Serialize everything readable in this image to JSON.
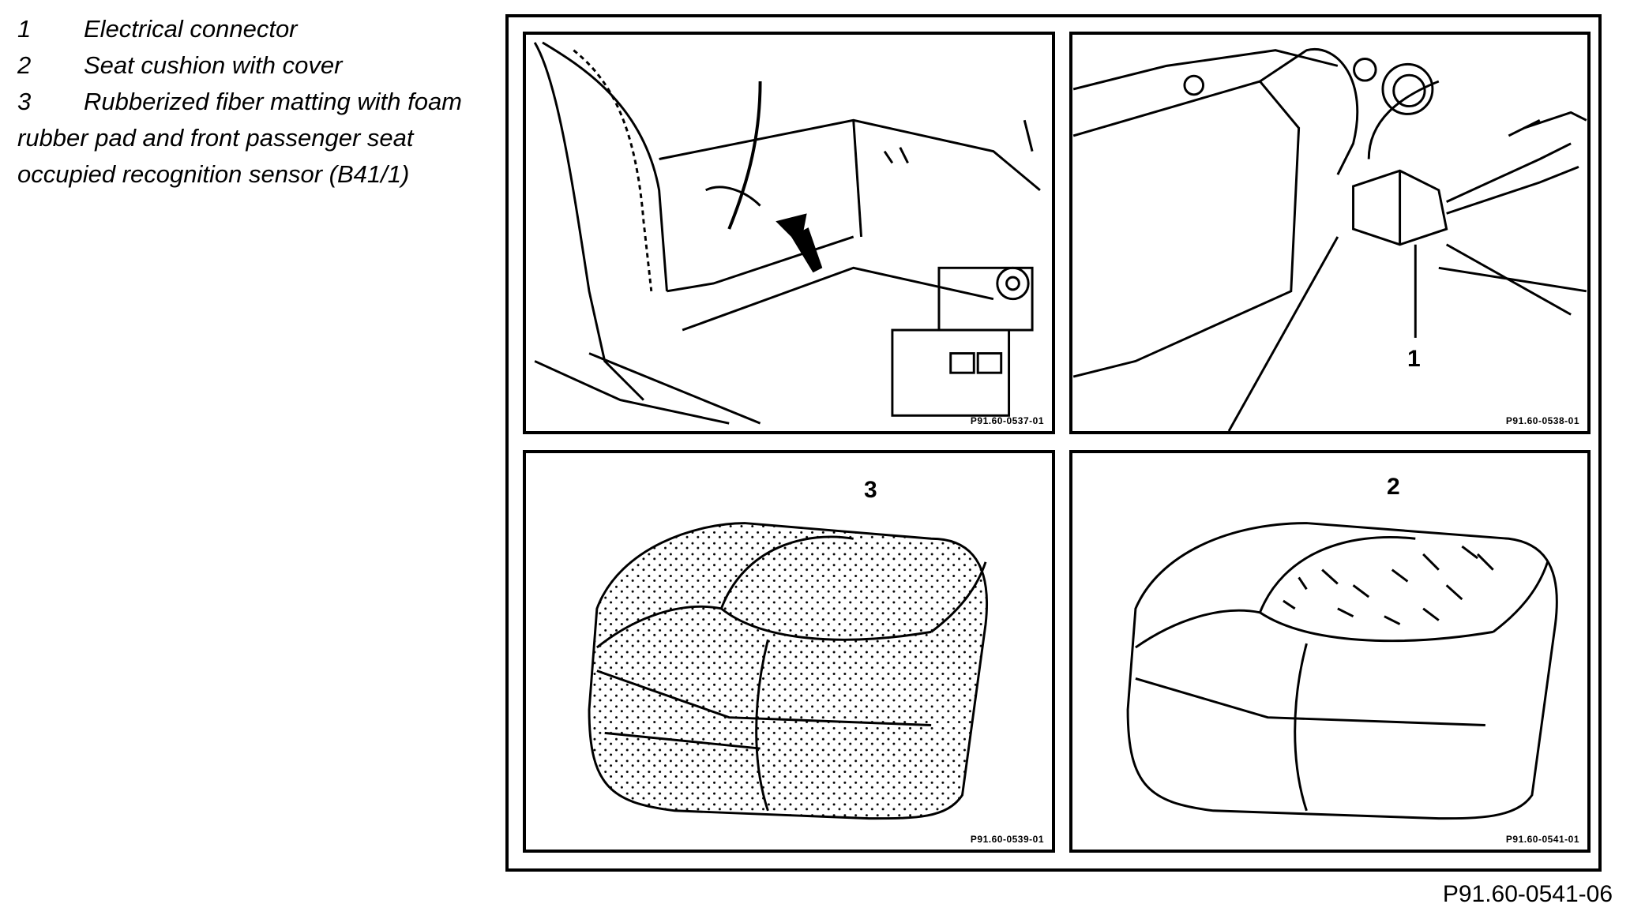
{
  "legend": {
    "items": [
      {
        "number": "1",
        "text": "Electrical connector"
      },
      {
        "number": "2",
        "text": "Seat cushion with cover"
      },
      {
        "number": "3",
        "text": "Rubberized fiber matting with foam"
      }
    ],
    "continuation": [
      "rubber pad and front passenger seat",
      "occupied recognition sensor (B41/1)"
    ]
  },
  "panels": {
    "top_left": {
      "code": "P91.60-0537-01"
    },
    "top_right": {
      "code": "P91.60-0538-01",
      "callout": "1"
    },
    "bottom_left": {
      "code": "P91.60-0539-01",
      "callout": "3"
    },
    "bottom_right": {
      "code": "P91.60-0541-01",
      "callout": "2"
    }
  },
  "figure_id": "P91.60-0541-06"
}
